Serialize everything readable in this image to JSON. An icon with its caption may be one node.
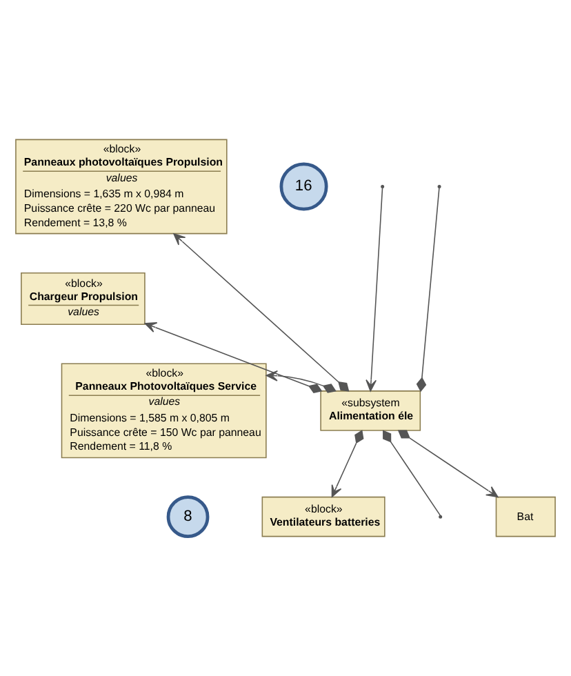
{
  "diagram": {
    "nodes": [
      {
        "text": [
          "«block»",
          "Panneaux photovoltaïques Propulsion",
          "values",
          "Dimensions = 1,635 m x 0,984 m",
          "Puissance crête = 220 Wc par panneau",
          "Rendement = 13,8 %"
        ]
      },
      {
        "text": [
          "16"
        ]
      },
      {
        "text": [
          "«block»",
          "Chargeur Propulsion",
          "values"
        ]
      },
      {
        "text": [
          "«subsystem",
          "Alimentation éle"
        ]
      },
      {
        "text": [
          "8"
        ]
      },
      {
        "text": [
          "«block»",
          "Panneaux Photovoltaïques Service",
          "values",
          "Dimensions = 1,585 m x 0,805 m",
          "Puissance crête = 150 Wc par panneau",
          "Rendement = 11,8 %"
        ]
      },
      {
        "text": [
          "«block»",
          "Ventilateurs batteries"
        ]
      },
      {
        "text": [
          "Bat"
        ]
      }
    ],
    "edges": [
      {
        "from": null,
        "to": 3,
        "arrow": "to"
      },
      {
        "from": 3,
        "to": 0,
        "arrow": "to"
      },
      {
        "from": 3,
        "to": 2,
        "arrow": "to"
      },
      {
        "from": 3,
        "to": null,
        "arrow": "other"
      },
      {
        "from": 3,
        "to": 5,
        "arrow": "to"
      },
      {
        "from": 3,
        "to": 6,
        "arrow": "to"
      },
      {
        "from": 3,
        "to": null,
        "arrow": "other"
      },
      {
        "from": 3,
        "to": 7,
        "arrow": "to"
      }
    ]
  }
}
